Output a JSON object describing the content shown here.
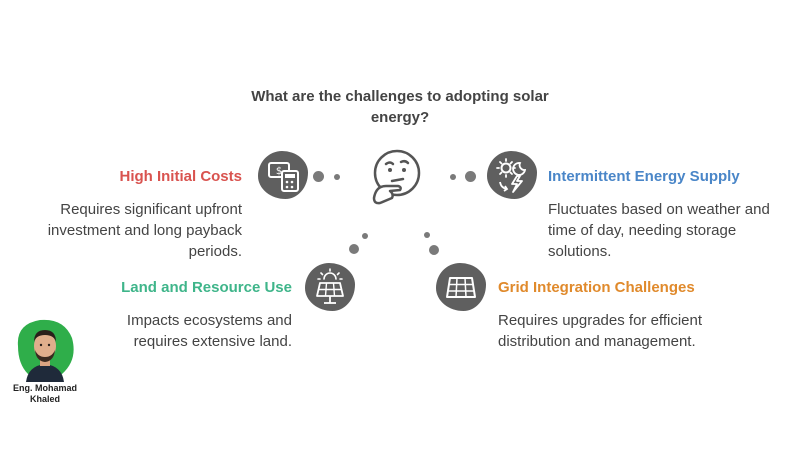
{
  "title": "What are the challenges to adopting solar energy?",
  "colors": {
    "red": "#d9534f",
    "blue": "#4a86c8",
    "green": "#3fb58a",
    "orange": "#e08a2c",
    "icon_bg": "#5f5f5f",
    "text": "#444444"
  },
  "items": {
    "high_costs": {
      "title": "High Initial Costs",
      "desc": "Requires significant upfront investment and long payback periods.",
      "icon": "money-calculator-icon"
    },
    "intermittent": {
      "title": "Intermittent Energy Supply",
      "desc": "Fluctuates based on weather and time of day, needing storage solutions.",
      "icon": "sun-moon-lightning-icon"
    },
    "land_use": {
      "title": "Land and Resource Use",
      "desc": "Impacts ecosystems and requires extensive land.",
      "icon": "solar-panel-sun-icon"
    },
    "grid": {
      "title": "Grid Integration Challenges",
      "desc": "Requires upgrades for efficient distribution and management.",
      "icon": "solar-grid-icon"
    }
  },
  "center_icon": "thinking-face-icon",
  "author": {
    "name": "Eng. Mohamad Khaled"
  }
}
